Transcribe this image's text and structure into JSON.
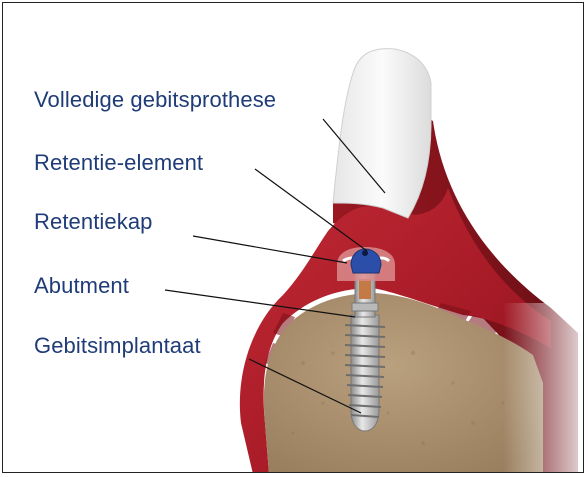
{
  "diagram": {
    "labels": [
      "Volledige gebitsprothese",
      "Retentie-element",
      "Retentiekap",
      "Abutment",
      "Gebitsimplantaat"
    ]
  },
  "colors": {
    "label_text": "#1f3c78",
    "gum_red": "#b01e2a",
    "gum_dark": "#7a1018",
    "bone": "#a88c6a",
    "tooth": "#f2f2f2",
    "retention_cap_blue": "#2b4fa8",
    "implant_metal": "#c8c8c8"
  }
}
